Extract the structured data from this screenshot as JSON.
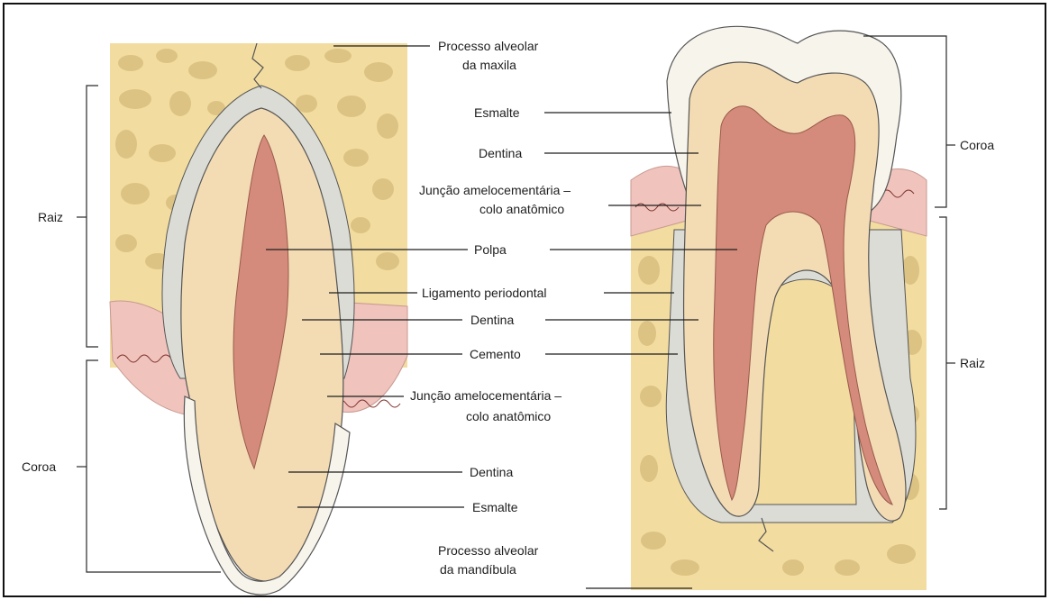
{
  "labels": {
    "proc_maxila_1": "Processo alveolar",
    "proc_maxila_2": "da maxila",
    "raiz_left": "Raiz",
    "coroa_left": "Coroa",
    "esmalte_top": "Esmalte",
    "dentina_top": "Dentina",
    "juncao_top_1": "Junção amelocementária –",
    "juncao_top_2": "colo anatômico",
    "polpa": "Polpa",
    "ligamento": "Ligamento periodontal",
    "dentina_mid": "Dentina",
    "cemento": "Cemento",
    "juncao_bot_1": "Junção amelocementária –",
    "juncao_bot_2": "colo anatômico",
    "dentina_bot": "Dentina",
    "esmalte_bot": "Esmalte",
    "proc_mand_1": "Processo alveolar",
    "proc_mand_2": "da mandíbula",
    "coroa_right": "Coroa",
    "raiz_right": "Raiz"
  },
  "colors": {
    "bone": "#f2dca0",
    "bone_spot": "#d9bf7e",
    "gum": "#f0c4bd",
    "enamel": "#f7f4ec",
    "dentin": "#f3dcb4",
    "pulp": "#d48b7b",
    "ligament": "#dcdcd6",
    "line": "#1e1e1e"
  }
}
